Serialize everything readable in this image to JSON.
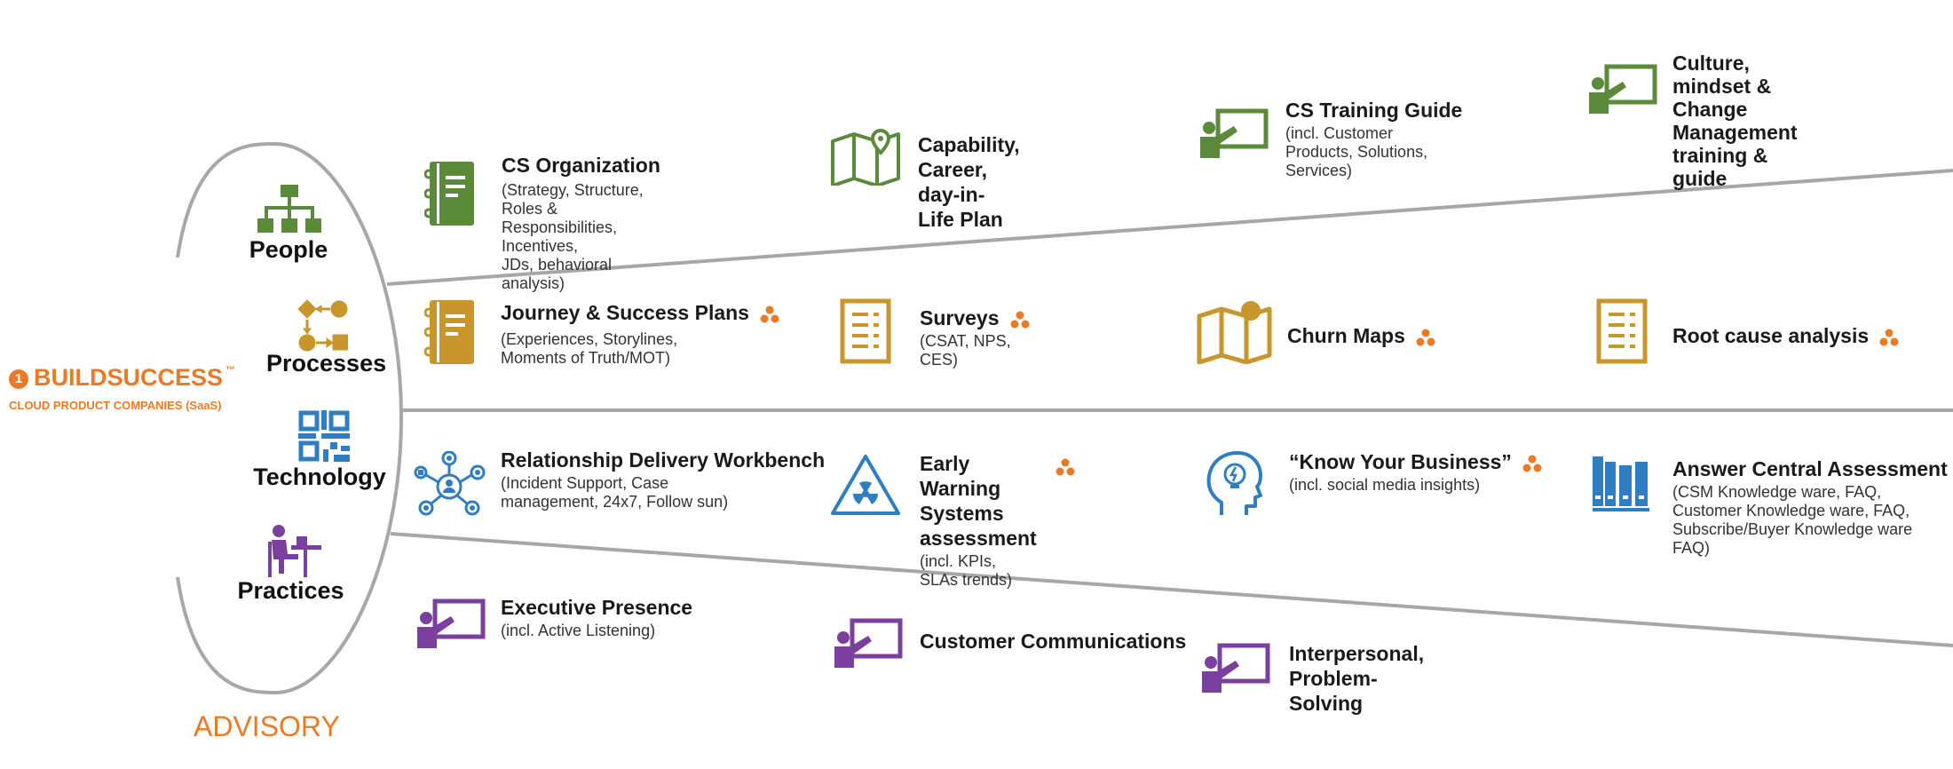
{
  "brand": {
    "number": "1",
    "name": "BUILDSUCCESS",
    "tm": "™",
    "subtitle": "CLOUD PRODUCT COMPANIES (SaaS)"
  },
  "advisory": "ADVISORY",
  "categories": [
    {
      "label": "People",
      "icon": "org-chart-icon",
      "color": "#5a8a3a"
    },
    {
      "label": "Processes",
      "icon": "process-flow-icon",
      "color": "#c9962b"
    },
    {
      "label": "Technology",
      "icon": "qr-code-icon",
      "color": "#2f7ec1"
    },
    {
      "label": "Practices",
      "icon": "person-at-desk-icon",
      "color": "#7b3f9e"
    }
  ],
  "colors": {
    "people": "#5a8a3a",
    "processes": "#c9962b",
    "technology": "#2f7ec1",
    "practices": "#7b3f9e",
    "accent": "#ec7a24",
    "lines": "#a7a7a7"
  },
  "people_items": [
    {
      "title": "CS Organization",
      "subtitle": "(Strategy, Structure, Roles &\nResponsibilities, Incentives,\nJDs, behavioral analysis)",
      "icon": "notebook-icon"
    },
    {
      "title": "Capability, Career,\nday-in-Life Plan",
      "subtitle": "",
      "icon": "map-icon"
    },
    {
      "title": "CS Training Guide",
      "subtitle": "(incl. Customer Products, Solutions,\nServices)",
      "icon": "presentation-board-icon"
    },
    {
      "title": "Culture, mindset &\nChange Management\ntraining & guide",
      "subtitle": "",
      "icon": "presentation-board-icon"
    }
  ],
  "process_items": [
    {
      "title": "Journey & Success Plans",
      "subtitle": "(Experiences, Storylines,\nMoments of Truth/MOT)",
      "icon": "notebook-icon",
      "marker": "advisory-marker-icon"
    },
    {
      "title": "Surveys",
      "subtitle": "(CSAT, NPS, CES)",
      "icon": "checklist-icon",
      "marker": "advisory-marker-icon"
    },
    {
      "title": "Churn Maps",
      "subtitle": "",
      "icon": "map-icon",
      "marker": "advisory-marker-icon"
    },
    {
      "title": "Root cause analysis",
      "subtitle": "",
      "icon": "checklist-icon",
      "marker": "advisory-marker-icon"
    }
  ],
  "technology_items": [
    {
      "title": "Relationship Delivery Workbench",
      "subtitle": "(Incident Support, Case\nmanagement, 24x7, Follow sun)",
      "icon": "network-hub-icon"
    },
    {
      "title": "Early Warning\nSystems assessment",
      "subtitle": "(incl. KPIs, SLAs trends)",
      "icon": "warning-triangle-icon",
      "marker": "advisory-marker-icon"
    },
    {
      "title": "“Know Your Business”",
      "subtitle": "(incl. social media insights)",
      "icon": "head-lightbulb-icon",
      "marker": "advisory-marker-icon"
    },
    {
      "title": "Answer Central Assessment",
      "subtitle": "(CSM Knowledge ware, FAQ,\nCustomer Knowledge ware, FAQ,\nSubscribe/Buyer Knowledge ware\nFAQ)",
      "icon": "book-stack-icon",
      "marker": "advisory-marker-icon"
    }
  ],
  "practice_items": [
    {
      "title": "Executive Presence",
      "subtitle": "(incl. Active Listening)",
      "icon": "presentation-board-icon"
    },
    {
      "title": "Customer Communications",
      "subtitle": "",
      "icon": "presentation-board-icon"
    },
    {
      "title": "Interpersonal,\nProblem-Solving",
      "subtitle": "",
      "icon": "presentation-board-icon"
    }
  ]
}
